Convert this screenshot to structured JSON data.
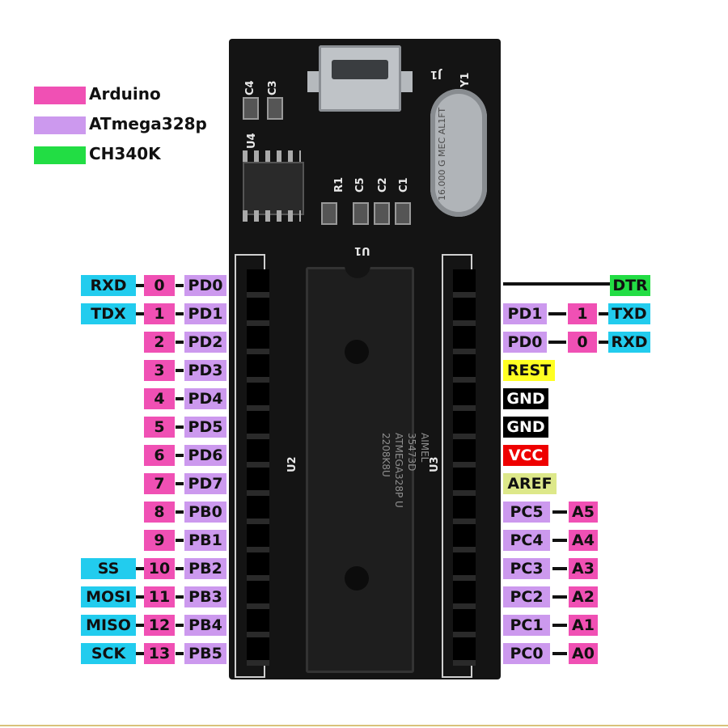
{
  "colors": {
    "arduino": "#f050b4",
    "atmega": "#cc99ee",
    "ch340": "#22dd44",
    "alt": "#22ccee",
    "rest": "#ffff22",
    "gnd": "#000000",
    "vcc": "#ee0000",
    "aref": "#dde88a"
  },
  "legend": [
    {
      "label": "Arduino",
      "color": "#f050b4"
    },
    {
      "label": "ATmega328p",
      "color": "#cc99ee"
    },
    {
      "label": "CH340K",
      "color": "#22dd44"
    }
  ],
  "board": {
    "silkscreen": {
      "c4": "C4",
      "c3": "C3",
      "j1": "J1",
      "y1": "Y1",
      "u4": "U4",
      "r1": "R1",
      "c5": "C5",
      "c2": "C2",
      "c1": "C1",
      "u1": "U1",
      "u2": "U2",
      "u3": "U3"
    },
    "crystal": "16.000 G\nMEC AL1FT",
    "mcu_marking": {
      "brand": "AIMEL",
      "line1": "35473D",
      "line2": "ATMEGA328P U",
      "line3": "2208K8U"
    }
  },
  "left_pins": [
    {
      "alt": "RXD",
      "arduino": "0",
      "port": "PD0"
    },
    {
      "alt": "TDX",
      "arduino": "1",
      "port": "PD1"
    },
    {
      "alt": "",
      "arduino": "2",
      "port": "PD2"
    },
    {
      "alt": "",
      "arduino": "3",
      "port": "PD3"
    },
    {
      "alt": "",
      "arduino": "4",
      "port": "PD4"
    },
    {
      "alt": "",
      "arduino": "5",
      "port": "PD5"
    },
    {
      "alt": "",
      "arduino": "6",
      "port": "PD6"
    },
    {
      "alt": "",
      "arduino": "7",
      "port": "PD7"
    },
    {
      "alt": "",
      "arduino": "8",
      "port": "PB0"
    },
    {
      "alt": "",
      "arduino": "9",
      "port": "PB1"
    },
    {
      "alt": "SS",
      "arduino": "10",
      "port": "PB2"
    },
    {
      "alt": "MOSI",
      "arduino": "11",
      "port": "PB3"
    },
    {
      "alt": "MISO",
      "arduino": "12",
      "port": "PB4"
    },
    {
      "alt": "SCK",
      "arduino": "13",
      "port": "PB5"
    }
  ],
  "right_pins": [
    {
      "type": "ch340",
      "label": "DTR"
    },
    {
      "type": "uart",
      "port": "PD1",
      "arduino": "1",
      "alt": "TXD"
    },
    {
      "type": "uart",
      "port": "PD0",
      "arduino": "0",
      "alt": "RXD"
    },
    {
      "type": "rest",
      "label": "REST"
    },
    {
      "type": "gnd",
      "label": "GND"
    },
    {
      "type": "gnd",
      "label": "GND"
    },
    {
      "type": "vcc",
      "label": "VCC"
    },
    {
      "type": "aref",
      "label": "AREF"
    },
    {
      "type": "analog",
      "port": "PC5",
      "arduino": "A5"
    },
    {
      "type": "analog",
      "port": "PC4",
      "arduino": "A4"
    },
    {
      "type": "analog",
      "port": "PC3",
      "arduino": "A3"
    },
    {
      "type": "analog",
      "port": "PC2",
      "arduino": "A2"
    },
    {
      "type": "analog",
      "port": "PC1",
      "arduino": "A1"
    },
    {
      "type": "analog",
      "port": "PC0",
      "arduino": "A0"
    }
  ]
}
